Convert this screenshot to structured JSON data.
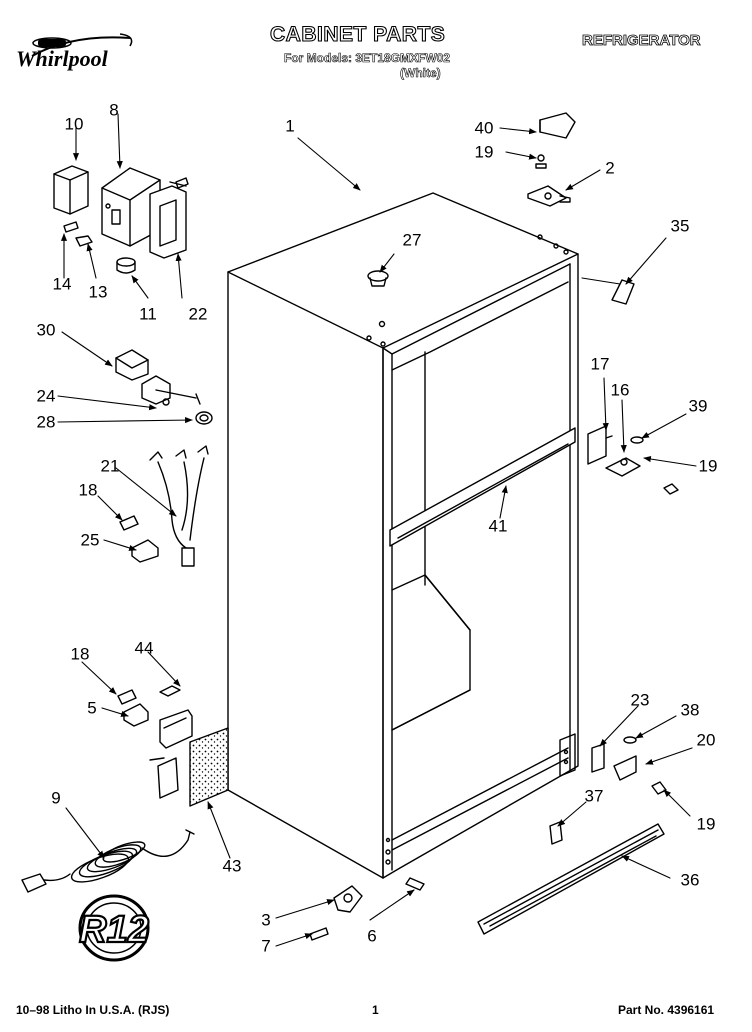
{
  "header": {
    "title": "CABINET PARTS",
    "category": "REFRIGERATOR",
    "models_line": "For Models: 3ET18GMXFW02",
    "color_line": "(White)",
    "brand": "Whirlpool"
  },
  "footer": {
    "left": "10–98 Litho In U.S.A. (RJS)",
    "page": "1",
    "part_no": "Part No. 4396161"
  },
  "symbol_text": "R12",
  "callouts": [
    {
      "id": "c1",
      "label": "1"
    },
    {
      "id": "c2",
      "label": "2"
    },
    {
      "id": "c3",
      "label": "3"
    },
    {
      "id": "c5",
      "label": "5"
    },
    {
      "id": "c6",
      "label": "6"
    },
    {
      "id": "c7",
      "label": "7"
    },
    {
      "id": "c8",
      "label": "8"
    },
    {
      "id": "c9",
      "label": "9"
    },
    {
      "id": "c10",
      "label": "10"
    },
    {
      "id": "c11",
      "label": "11"
    },
    {
      "id": "c13",
      "label": "13"
    },
    {
      "id": "c14",
      "label": "14"
    },
    {
      "id": "c16",
      "label": "16"
    },
    {
      "id": "c17",
      "label": "17"
    },
    {
      "id": "c18a",
      "label": "18"
    },
    {
      "id": "c18b",
      "label": "18"
    },
    {
      "id": "c19a",
      "label": "19"
    },
    {
      "id": "c19b",
      "label": "19"
    },
    {
      "id": "c19c",
      "label": "19"
    },
    {
      "id": "c20",
      "label": "20"
    },
    {
      "id": "c21",
      "label": "21"
    },
    {
      "id": "c22",
      "label": "22"
    },
    {
      "id": "c23",
      "label": "23"
    },
    {
      "id": "c24",
      "label": "24"
    },
    {
      "id": "c25",
      "label": "25"
    },
    {
      "id": "c27",
      "label": "27"
    },
    {
      "id": "c28",
      "label": "28"
    },
    {
      "id": "c30",
      "label": "30"
    },
    {
      "id": "c35",
      "label": "35"
    },
    {
      "id": "c36",
      "label": "36"
    },
    {
      "id": "c37",
      "label": "37"
    },
    {
      "id": "c38",
      "label": "38"
    },
    {
      "id": "c39",
      "label": "39"
    },
    {
      "id": "c40",
      "label": "40"
    },
    {
      "id": "c41",
      "label": "41"
    },
    {
      "id": "c43",
      "label": "43"
    },
    {
      "id": "c44",
      "label": "44"
    }
  ]
}
